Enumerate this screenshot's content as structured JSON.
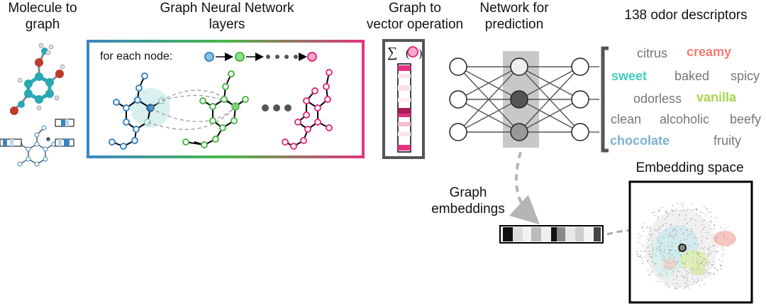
{
  "headers": {
    "molecule_to_graph": [
      "Molecule to",
      "graph"
    ],
    "gnn_layers": [
      "Graph Neural Network",
      "layers"
    ],
    "graph_to_vector": [
      "Graph to",
      "vector operation"
    ],
    "network_prediction": [
      "Network for",
      "prediction"
    ],
    "descriptors_title": "138 odor descriptors"
  },
  "gnn": {
    "for_each_node": "for each node:"
  },
  "sum_symbol": "∑",
  "descriptors": [
    {
      "text": "citrus",
      "color": "#777777",
      "bold": false
    },
    {
      "text": "creamy",
      "color": "#f07d72",
      "bold": true
    },
    {
      "text": "sweet",
      "color": "#3fd0c1",
      "bold": true
    },
    {
      "text": "baked",
      "color": "#777777",
      "bold": false
    },
    {
      "text": "spicy",
      "color": "#777777",
      "bold": false
    },
    {
      "text": "odorless",
      "color": "#777777",
      "bold": false
    },
    {
      "text": "vanilla",
      "color": "#a9d44e",
      "bold": true
    },
    {
      "text": "clean",
      "color": "#777777",
      "bold": false
    },
    {
      "text": "alcoholic",
      "color": "#777777",
      "bold": false
    },
    {
      "text": "beefy",
      "color": "#777777",
      "bold": false
    },
    {
      "text": "chocolate",
      "color": "#7fb0d6",
      "bold": true
    },
    {
      "text": "fruity",
      "color": "#777777",
      "bold": false
    }
  ],
  "graph_embeddings": [
    "Graph",
    "embeddings"
  ],
  "embedding_space": "Embedding space",
  "colors": {
    "blue": "#3a86c4",
    "green": "#4cb748",
    "pink": "#e0347f",
    "gray_text": "#777777"
  }
}
